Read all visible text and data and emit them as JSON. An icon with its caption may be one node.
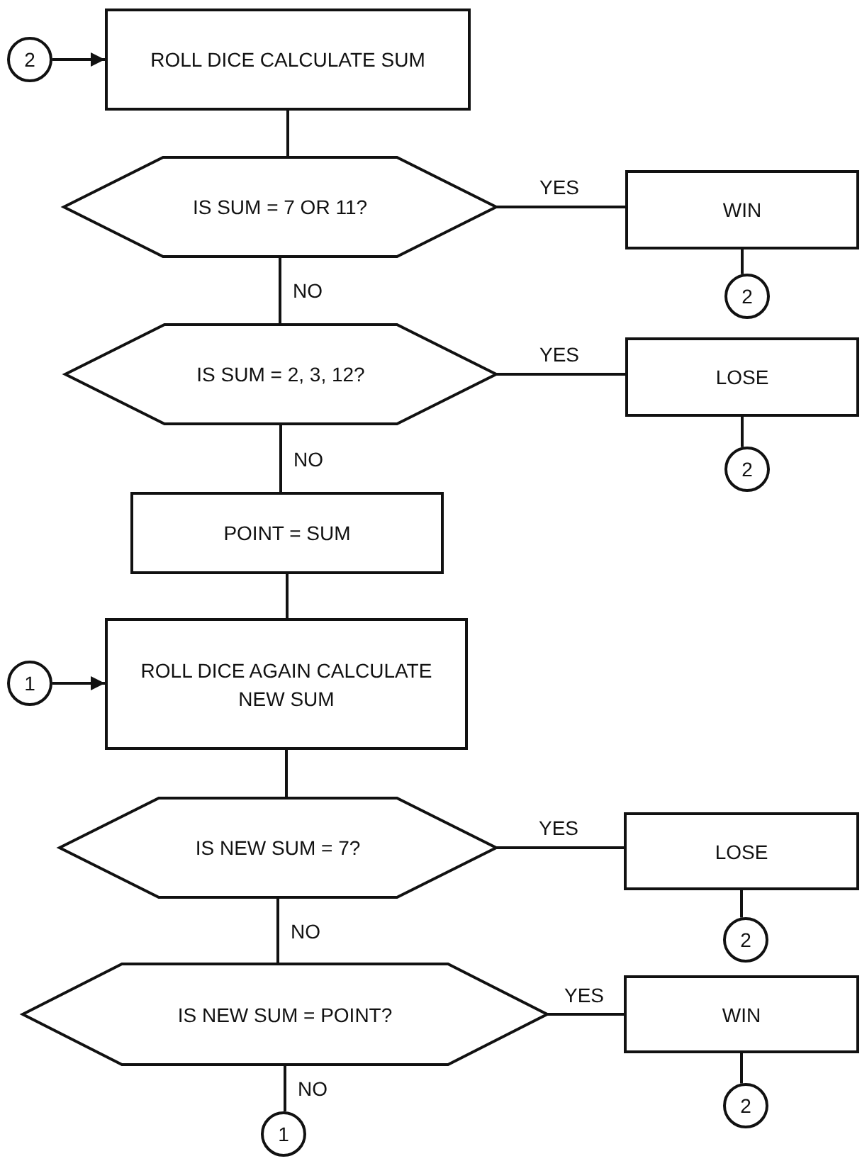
{
  "diagram": {
    "nodes": [
      {
        "text": [
          "2"
        ]
      },
      {
        "text": [
          "ROLL DICE CALCULATE SUM"
        ]
      },
      {
        "text": [
          "IS SUM = 7 OR 11?"
        ]
      },
      {
        "text": [
          "WIN"
        ]
      },
      {
        "text": [
          "2"
        ]
      },
      {
        "text": [
          "IS SUM = 2, 3, 12?"
        ]
      },
      {
        "text": [
          "LOSE"
        ]
      },
      {
        "text": [
          "2"
        ]
      },
      {
        "text": [
          "POINT = SUM"
        ]
      },
      {
        "text": [
          "1"
        ]
      },
      {
        "text": [
          "ROLL DICE AGAIN CALCULATE NEW SUM"
        ]
      },
      {
        "text": [
          "IS NEW SUM = 7?"
        ]
      },
      {
        "text": [
          "LOSE"
        ]
      },
      {
        "text": [
          "2"
        ]
      },
      {
        "text": [
          "IS NEW SUM = POINT?"
        ]
      },
      {
        "text": [
          "WIN"
        ]
      },
      {
        "text": [
          "2"
        ]
      },
      {
        "text": [
          "1"
        ]
      }
    ],
    "edges": [
      {
        "from": 0,
        "to": 1,
        "arrow": "to"
      },
      {
        "from": 1,
        "to": 2,
        "arrow": "none"
      },
      {
        "from": 2,
        "to": 3,
        "arrow": "none",
        "label": "YES"
      },
      {
        "from": 3,
        "to": 4,
        "arrow": "none"
      },
      {
        "from": 2,
        "to": 5,
        "arrow": "none",
        "label": "NO"
      },
      {
        "from": 5,
        "to": 6,
        "arrow": "none",
        "label": "YES"
      },
      {
        "from": 6,
        "to": 7,
        "arrow": "none"
      },
      {
        "from": 5,
        "to": 8,
        "arrow": "none",
        "label": "NO"
      },
      {
        "from": 8,
        "to": 10,
        "arrow": "none"
      },
      {
        "from": 9,
        "to": 10,
        "arrow": "to"
      },
      {
        "from": 10,
        "to": 11,
        "arrow": "none"
      },
      {
        "from": 11,
        "to": 12,
        "arrow": "none",
        "label": "YES"
      },
      {
        "from": 12,
        "to": 13,
        "arrow": "none"
      },
      {
        "from": 11,
        "to": 14,
        "arrow": "none",
        "label": "NO"
      },
      {
        "from": 14,
        "to": 15,
        "arrow": "none",
        "label": "YES"
      },
      {
        "from": 15,
        "to": 16,
        "arrow": "none"
      },
      {
        "from": 14,
        "to": 17,
        "arrow": "none",
        "label": "NO"
      }
    ]
  }
}
